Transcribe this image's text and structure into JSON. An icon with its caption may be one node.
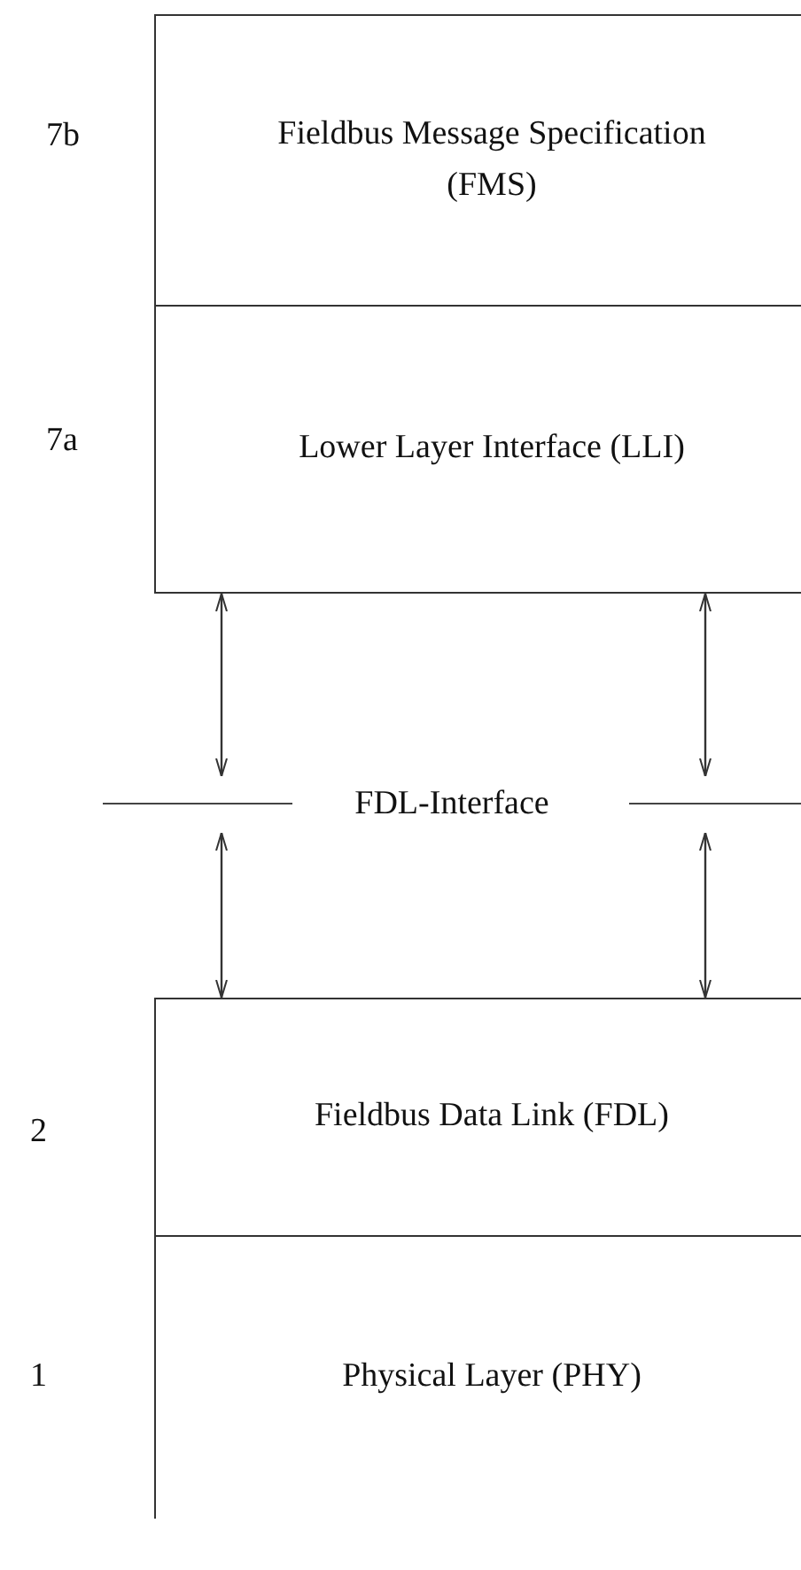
{
  "diagram": {
    "nodes": [
      {
        "text": [
          "Fieldbus Message Specification (FMS)"
        ],
        "beside": [
          "7b"
        ]
      },
      {
        "text": [
          "Lower Layer Interface (LLI)"
        ],
        "beside": [
          "7a"
        ]
      },
      {
        "text": [
          "FDL-Interface"
        ]
      },
      {
        "text": [
          "Fieldbus Data Link (FDL)"
        ],
        "beside": [
          "2"
        ]
      },
      {
        "text": [
          "Physical Layer (PHY)"
        ],
        "beside": [
          "1"
        ]
      }
    ],
    "edges": [
      {
        "from": 1,
        "to": 2,
        "arrow": "both"
      },
      {
        "from": 1,
        "to": 2,
        "arrow": "both"
      },
      {
        "from": 2,
        "to": 3,
        "arrow": "both"
      },
      {
        "from": 2,
        "to": 3,
        "arrow": "both"
      }
    ]
  }
}
